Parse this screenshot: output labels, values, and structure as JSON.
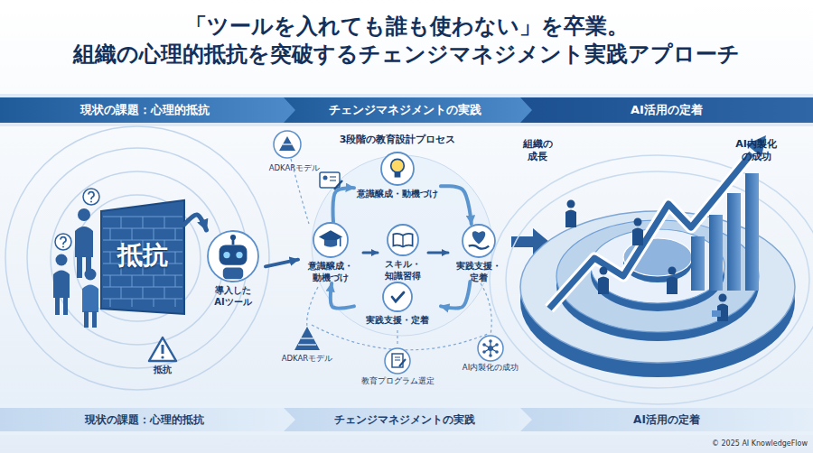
{
  "diagram": {
    "title": "「ツールを入れても誰も使わない」を卒業。 組織の心理的抵抗を突破するチェンジマネジメント実践アプローチ",
    "nodes": [
      {
        "text": [
          "現状の課題：心理的抵抗"
        ]
      },
      {
        "text": [
          "チェンジマネジメントの実践"
        ]
      },
      {
        "text": [
          "AI活用の定着"
        ]
      },
      {
        "text": [
          "抵抗"
        ]
      },
      {
        "text": [
          "導入した AIツール"
        ]
      },
      {
        "text": [
          "意識醸成・動機づけ"
        ]
      },
      {
        "text": [
          "意識醸成・ 動機づけ"
        ]
      },
      {
        "text": [
          "スキル・ 知識習得"
        ]
      },
      {
        "text": [
          "実践支援・ 定着"
        ]
      },
      {
        "text": [
          "実践支援・定着"
        ]
      },
      {
        "text": [
          "現状の課題：心理的抵抗"
        ]
      },
      {
        "text": [
          "チェンジマネジメントの実践"
        ]
      },
      {
        "text": [
          "AI活用の定着"
        ]
      }
    ],
    "edges": [
      {
        "from": 3,
        "to": 4,
        "arrow": "to"
      },
      {
        "from": 4,
        "to": 6,
        "arrow": "to"
      },
      {
        "from": 6,
        "to": 5,
        "arrow": "to"
      },
      {
        "from": 5,
        "to": 8,
        "arrow": "to"
      },
      {
        "from": 8,
        "to": 9,
        "arrow": "to"
      },
      {
        "from": 9,
        "to": 6,
        "arrow": "to"
      },
      {
        "from": 6,
        "to": 7,
        "arrow": "to"
      },
      {
        "from": 7,
        "to": 8,
        "arrow": "to"
      }
    ],
    "labels": [
      "3段階の教育設計プロセス",
      "ADKARモデル",
      "ADKARモデル",
      "教育プログラム選定",
      "AI内製化の成功",
      "組織の 成長",
      "AI内製化 の成功",
      "抵抗",
      "© 2025 AI KnowledgeFlow"
    ]
  }
}
